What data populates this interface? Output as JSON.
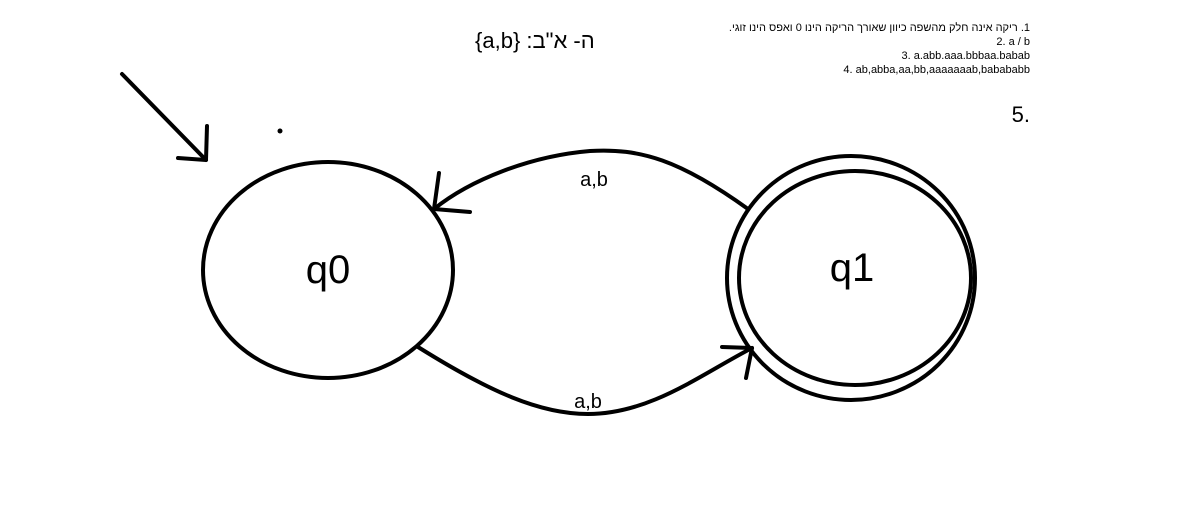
{
  "alphabet_label": "ה- א\"ב: {a,b}",
  "notes": [
    "1. ריקה אינה חלק מהשפה כיוון שאורך הריקה הינו 0 ואפס הינו זוגי.",
    "2. a / b",
    "3. a.abb.aaa.bbbaa.babab",
    "4. ab,abba,aa,bb,aaaaaaab,babababb"
  ],
  "item_five": "5.",
  "automaton": {
    "states": [
      {
        "id": "q0",
        "label": "q0",
        "initial": true,
        "accepting": false
      },
      {
        "id": "q1",
        "label": "q1",
        "initial": false,
        "accepting": true
      }
    ],
    "transitions": [
      {
        "from": "q1",
        "to": "q0",
        "label": "a,b"
      },
      {
        "from": "q0",
        "to": "q1",
        "label": "a,b"
      }
    ]
  }
}
